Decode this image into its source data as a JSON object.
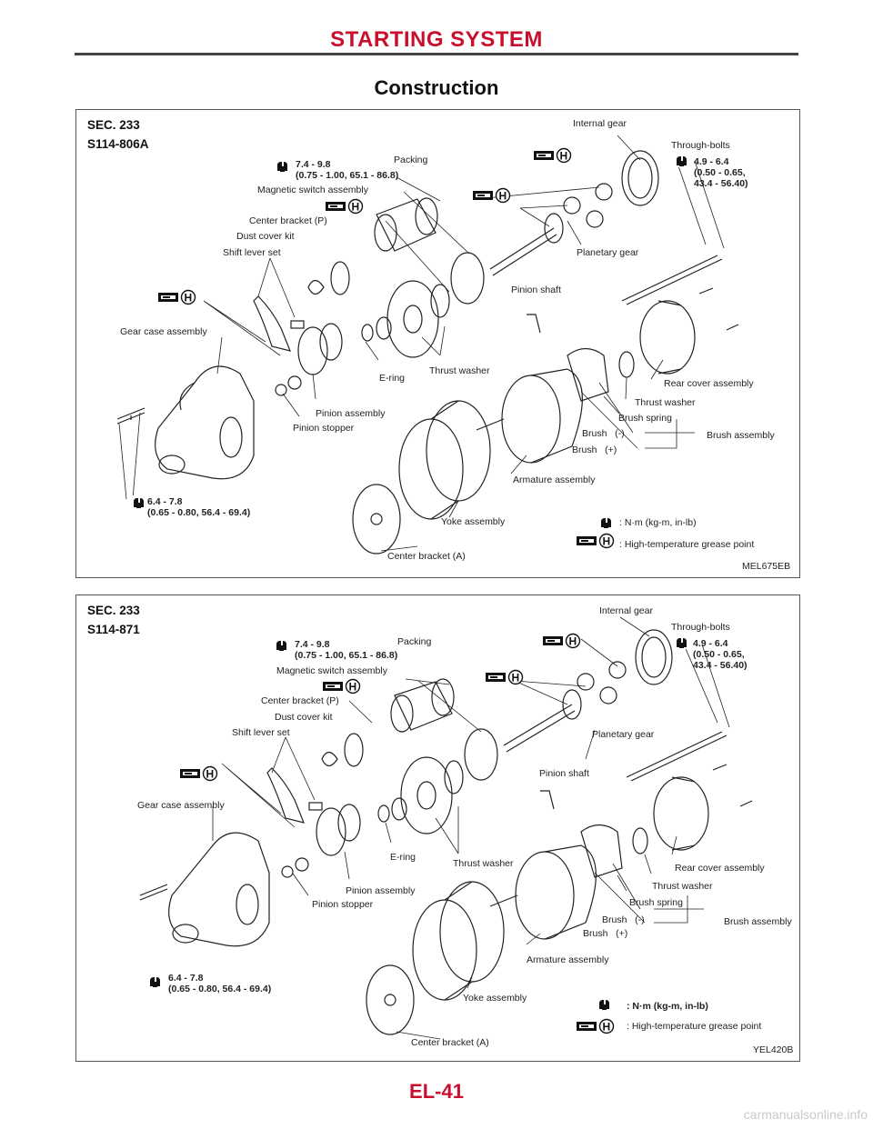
{
  "header": {
    "title": "STARTING SYSTEM"
  },
  "section": {
    "title": "Construction"
  },
  "diagrams": [
    {
      "sec": "SEC. 233",
      "model": "S114-806A",
      "code": "MEL675EB",
      "labels": {
        "internal_gear": "Internal gear",
        "through_bolts": "Through-bolts",
        "torque_bolts_1": "4.9 - 6.4",
        "torque_bolts_2": "(0.50 - 0.65,",
        "torque_bolts_3": "43.4 - 56.40)",
        "torque_switch_1": "7.4 - 9.8",
        "torque_switch_2": "(0.75 - 1.00, 65.1 - 86.8)",
        "packing": "Packing",
        "magnetic_switch": "Magnetic switch assembly",
        "center_bracket_p": "Center bracket (P)",
        "dust_cover": "Dust cover kit",
        "shift_lever": "Shift lever set",
        "planetary_gear": "Planetary gear",
        "pinion_shaft": "Pinion shaft",
        "gear_case": "Gear case assembly",
        "thrust_washer_1": "Thrust washer",
        "e_ring": "E-ring",
        "rear_cover": "Rear cover assembly",
        "thrust_washer_2": "Thrust washer",
        "brush_spring": "Brush spring",
        "pinion_assembly": "Pinion assembly",
        "pinion_stopper": "Pinion stopper",
        "brush_neg": "Brush   (-)",
        "brush_pos": "Brush   (+)",
        "brush_assembly": "Brush assembly",
        "armature": "Armature assembly",
        "torque_gear_1": "6.4 - 7.8",
        "torque_gear_2": "(0.65 - 0.80, 56.4 - 69.4)",
        "yoke": "Yoke assembly",
        "legend_torque": ": N·m (kg-m, in-lb)",
        "legend_grease": ": High-temperature grease point",
        "center_bracket_a": "Center bracket (A)"
      }
    },
    {
      "sec": "SEC. 233",
      "model": "S114-871",
      "code": "YEL420B",
      "labels": {
        "internal_gear": "Internal gear",
        "through_bolts": "Through-bolts",
        "torque_bolts_1": "4.9 - 6.4",
        "torque_bolts_2": "(0.50 - 0.65,",
        "torque_bolts_3": "43.4 - 56.40)",
        "torque_switch_1": "7.4 - 9.8",
        "torque_switch_2": "(0.75 - 1.00, 65.1 - 86.8)",
        "packing": "Packing",
        "magnetic_switch": "Magnetic switch assembly",
        "center_bracket_p": "Center bracket (P)",
        "dust_cover": "Dust cover kit",
        "shift_lever": "Shift lever set",
        "planetary_gear": "Planetary gear",
        "pinion_shaft": "Pinion shaft",
        "gear_case": "Gear case assembly",
        "thrust_washer_1": "Thrust washer",
        "e_ring": "E-ring",
        "rear_cover": "Rear cover assembly",
        "thrust_washer_2": "Thrust washer",
        "brush_spring": "Brush spring",
        "pinion_assembly": "Pinion assembly",
        "pinion_stopper": "Pinion stopper",
        "brush_neg": "Brush   (-)",
        "brush_pos": "Brush   (+)",
        "brush_assembly": "Brush assembly",
        "armature": "Armature assembly",
        "torque_gear_1": "6.4 - 7.8",
        "torque_gear_2": "(0.65 - 0.80, 56.4 - 69.4)",
        "yoke": "Yoke assembly",
        "legend_torque": ": N·m (kg-m, in-lb)",
        "legend_grease": ": High-temperature grease point",
        "center_bracket_a": "Center bracket (A)"
      }
    }
  ],
  "footer": {
    "page_number": "EL-41",
    "watermark": "carmanualsonline.info"
  },
  "icons": {
    "torque": "torque-wrench-icon",
    "grease": "grease-gun-icon"
  },
  "colors": {
    "accent": "#c8102e"
  }
}
